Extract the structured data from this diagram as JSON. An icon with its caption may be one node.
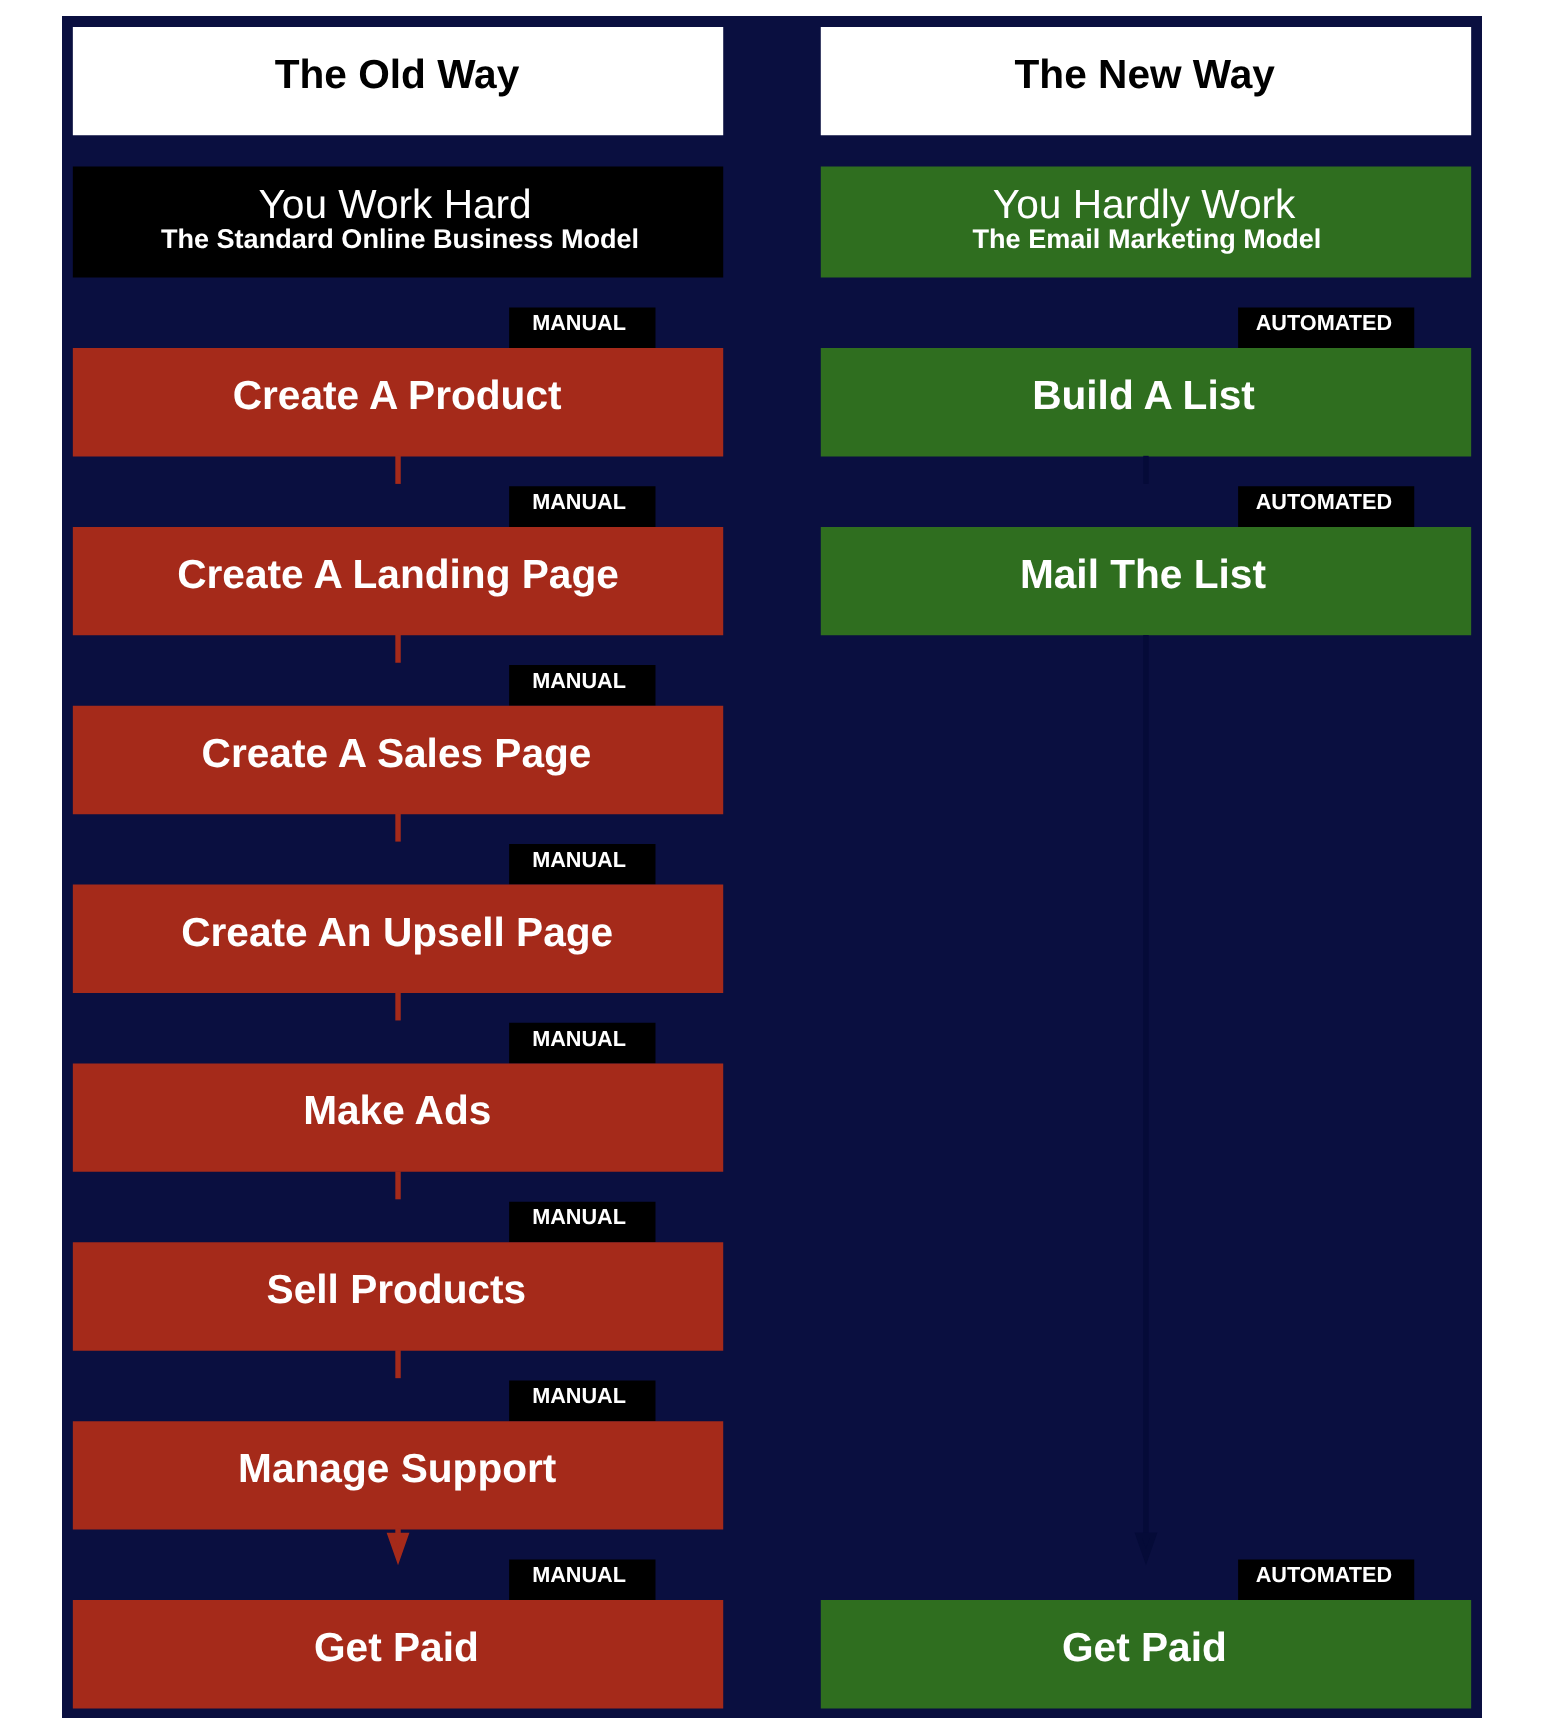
{
  "diagram": {
    "nodes": [
      {
        "text": [
          "The Old Way"
        ]
      },
      {
        "text": [
          "The New Way"
        ]
      },
      {
        "text": [
          "You Work Hard",
          "The Standard Online Business Model"
        ]
      },
      {
        "text": [
          "You Hardly Work",
          "The Email Marketing Model"
        ]
      },
      {
        "text": [
          "Create A Product"
        ],
        "beside": [
          "MANUAL"
        ]
      },
      {
        "text": [
          "Create A Landing Page"
        ],
        "beside": [
          "MANUAL"
        ]
      },
      {
        "text": [
          "Create A Sales Page"
        ],
        "beside": [
          "MANUAL"
        ]
      },
      {
        "text": [
          "Create An Upsell Page"
        ],
        "beside": [
          "MANUAL"
        ]
      },
      {
        "text": [
          "Make Ads"
        ],
        "beside": [
          "MANUAL"
        ]
      },
      {
        "text": [
          "Sell Products"
        ],
        "beside": [
          "MANUAL"
        ]
      },
      {
        "text": [
          "Manage Support"
        ],
        "beside": [
          "MANUAL"
        ]
      },
      {
        "text": [
          "Get Paid"
        ],
        "beside": [
          "MANUAL"
        ]
      },
      {
        "text": [
          "Build A List"
        ],
        "beside": [
          "AUTOMATED"
        ]
      },
      {
        "text": [
          "Mail The List"
        ],
        "beside": [
          "AUTOMATED"
        ]
      },
      {
        "text": [
          "Get Paid"
        ],
        "beside": [
          "AUTOMATED"
        ]
      }
    ],
    "edges": [
      {
        "from": 4,
        "to": 5,
        "arrow": "none"
      },
      {
        "from": 5,
        "to": 6,
        "arrow": "none"
      },
      {
        "from": 6,
        "to": 7,
        "arrow": "none"
      },
      {
        "from": 7,
        "to": 8,
        "arrow": "none"
      },
      {
        "from": 8,
        "to": 9,
        "arrow": "none"
      },
      {
        "from": 9,
        "to": 10,
        "arrow": "none"
      },
      {
        "from": 10,
        "to": 11,
        "arrow": "to"
      },
      {
        "from": 12,
        "to": 13,
        "arrow": "none",
        "color": "#050b38"
      },
      {
        "from": 13,
        "to": 14,
        "arrow": "to",
        "color": "#050b38"
      }
    ]
  }
}
